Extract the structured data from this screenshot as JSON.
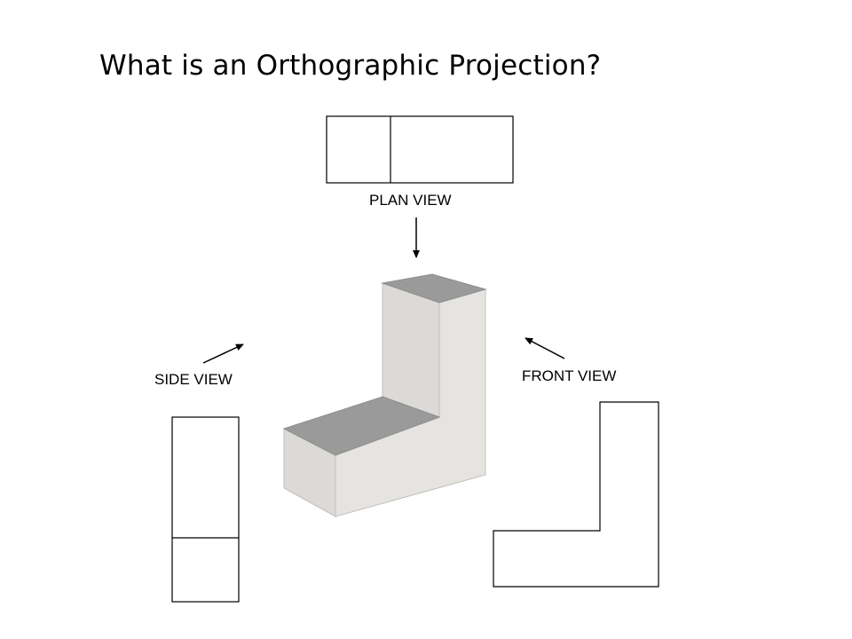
{
  "title": "What is an Orthographic Projection?",
  "labels": {
    "plan_view": "PLAN VIEW",
    "side_view": "SIDE VIEW",
    "front_view": "FRONT VIEW"
  },
  "colors": {
    "line": "#000000",
    "solid_top": "#9a9a9a",
    "solid_front": "#dcdad6",
    "solid_side": "#e6e4e0",
    "solid_edge": "#bcbab6"
  }
}
